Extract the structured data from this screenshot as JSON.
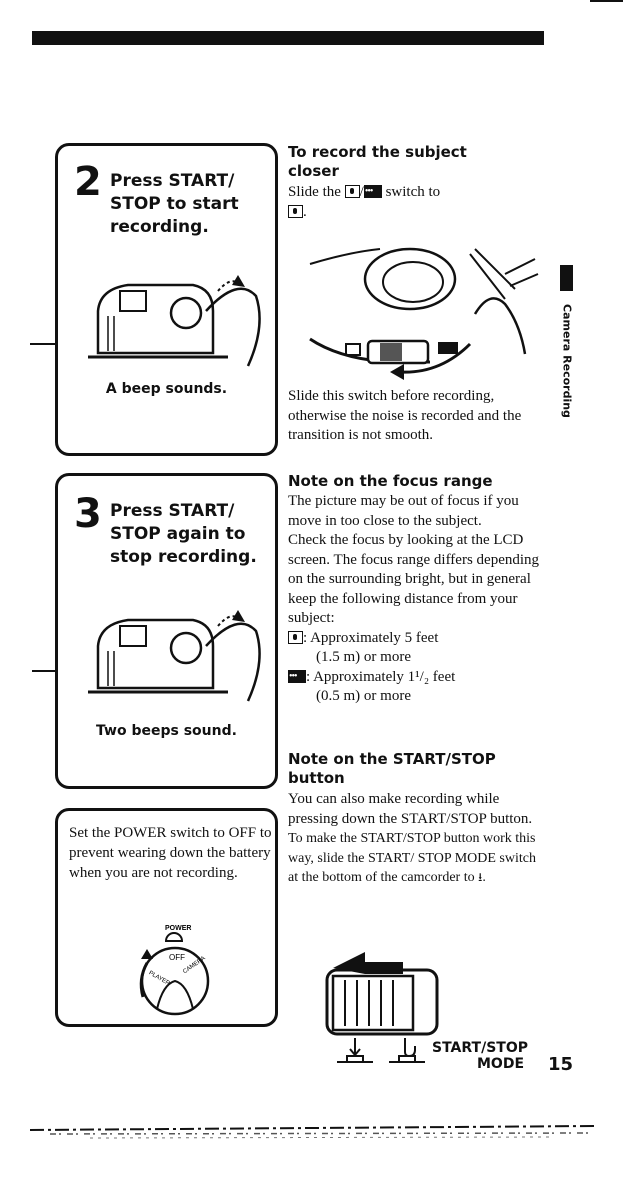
{
  "left": {
    "step2": {
      "number": "2",
      "title": "Press START/\nSTOP to start\nrecording.",
      "caption": "A beep sounds."
    },
    "step3": {
      "number": "3",
      "title": "Press START/\nSTOP again to\nstop recording.",
      "caption": "Two beeps sound."
    },
    "power": {
      "text": "Set the POWER switch to OFF to prevent wearing down the battery when you are not recording.",
      "dial_power": "POWER",
      "dial_off": "OFF",
      "dial_player": "PLAYER",
      "dial_camera": "CAMERA"
    }
  },
  "right": {
    "closer": {
      "heading": "To record the subject\ncloser",
      "text_a": "Slide the ",
      "text_sep": "/",
      "text_b": " switch to",
      "after_icon": ".",
      "caption": "Slide this switch before recording, otherwise the noise is recorded and the transition is not smooth."
    },
    "focus": {
      "heading": "Note on the focus range",
      "p1": "The picture may be out of focus if you move in too close to the subject.",
      "p2": "Check the focus by looking at the LCD screen. The focus range differs depending on the surrounding bright, but in general keep the following distance from your subject:",
      "item1_a": "Approximately 5 feet",
      "item1_b": "(1.5 m) or more",
      "item2_a": "Approximately 1¹/₂ feet",
      "item2_b": "(0.5 m) or more"
    },
    "startstop": {
      "heading": "Note on the START/STOP\nbutton",
      "p1": "You can also make recording while pressing down the START/STOP button.",
      "p2": "To make the START/STOP button work this way, slide the START/ STOP MODE switch at the bottom of the camcorder to",
      "p2_end": ".",
      "switch_label_1": "START/STOP",
      "switch_label_2": "MODE"
    }
  },
  "sidebar": {
    "label": "Camera Recording"
  },
  "page_number": "15"
}
